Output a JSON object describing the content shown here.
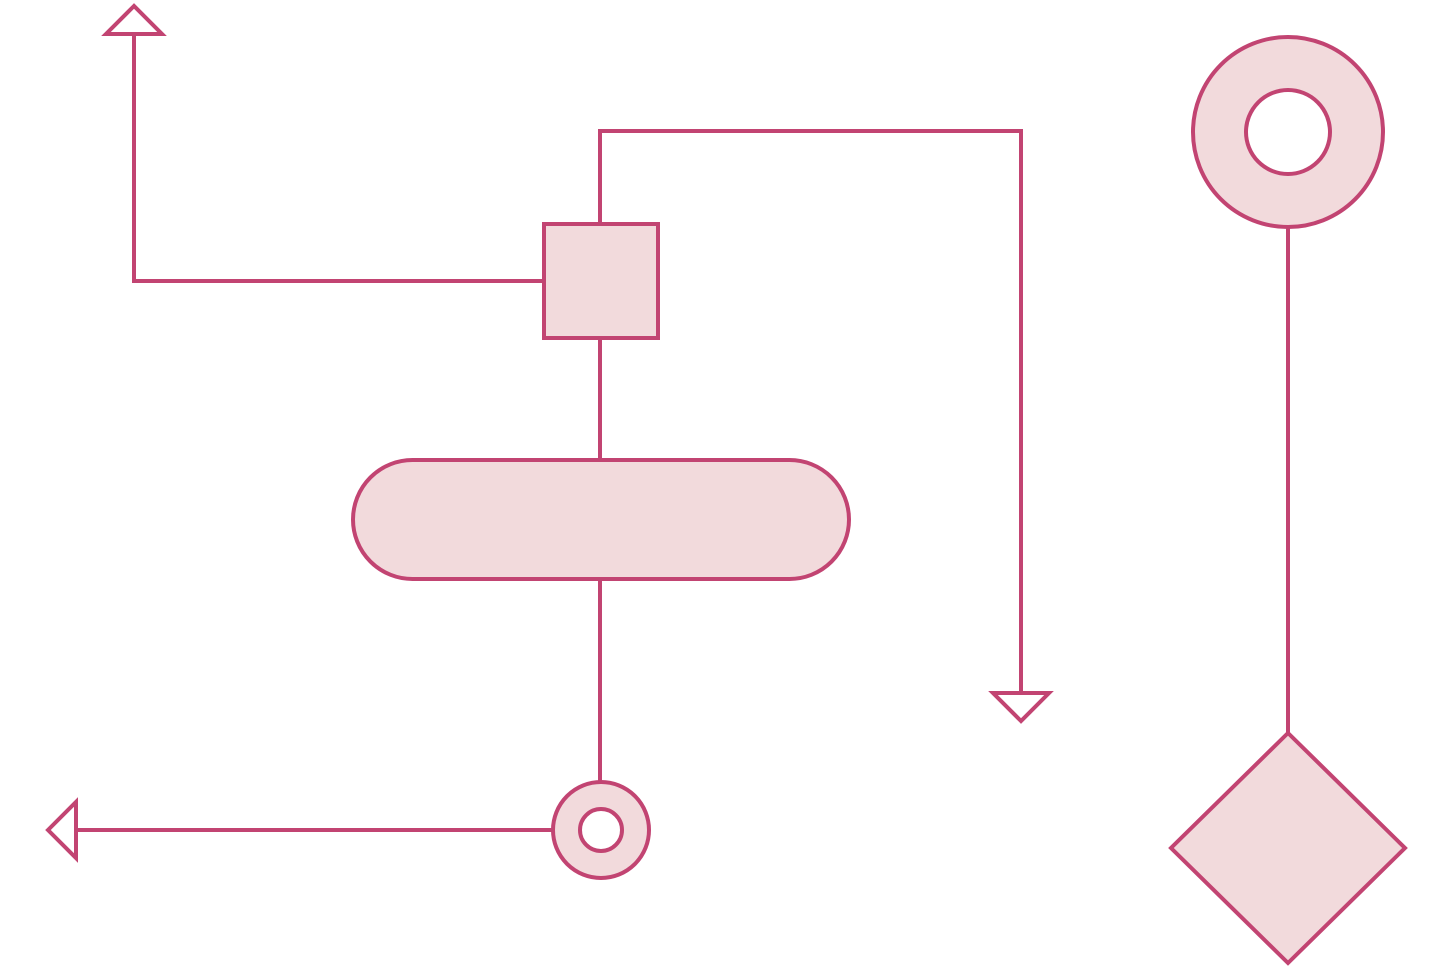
{
  "colors": {
    "stroke": "#c24472",
    "fill": "#f2dadc",
    "background": "#ffffff",
    "hole": "#ffffff"
  },
  "diagram": {
    "nodes": [
      {
        "id": "square-node",
        "shape": "square",
        "label": ""
      },
      {
        "id": "pill-node",
        "shape": "rounded-rectangle",
        "label": ""
      },
      {
        "id": "small-ring-node",
        "shape": "ring",
        "label": ""
      },
      {
        "id": "large-ring-node",
        "shape": "ring",
        "label": ""
      },
      {
        "id": "diamond-node",
        "shape": "diamond",
        "label": ""
      }
    ],
    "edges": [
      {
        "from": "square-node",
        "to": "arrow-up-endpoint",
        "arrow": "hollow-triangle"
      },
      {
        "from": "square-node",
        "to": "arrow-down-endpoint",
        "arrow": "hollow-triangle"
      },
      {
        "from": "square-node",
        "to": "pill-node",
        "arrow": "none"
      },
      {
        "from": "pill-node",
        "to": "small-ring-node",
        "arrow": "none"
      },
      {
        "from": "small-ring-node",
        "to": "arrow-left-endpoint",
        "arrow": "hollow-triangle"
      },
      {
        "from": "large-ring-node",
        "to": "diamond-node",
        "arrow": "none"
      }
    ]
  }
}
